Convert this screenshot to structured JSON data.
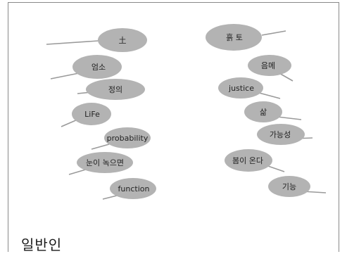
{
  "bubble_fill": "#b3b3b3",
  "bubble_stroke": "#9a9a9a",
  "bubbles": [
    {
      "label": "土"
    },
    {
      "label": "엄소"
    },
    {
      "label": "정의"
    },
    {
      "label": "LiFe"
    },
    {
      "label": "probability"
    },
    {
      "label": "눈이 녹으면"
    },
    {
      "label": "function"
    },
    {
      "label": "흙 토"
    },
    {
      "label": "음메"
    },
    {
      "label": "justice"
    },
    {
      "label": "삶"
    },
    {
      "label": "가능성"
    },
    {
      "label": "봄이 온다"
    },
    {
      "label": "기능"
    }
  ],
  "caption": "일반인"
}
